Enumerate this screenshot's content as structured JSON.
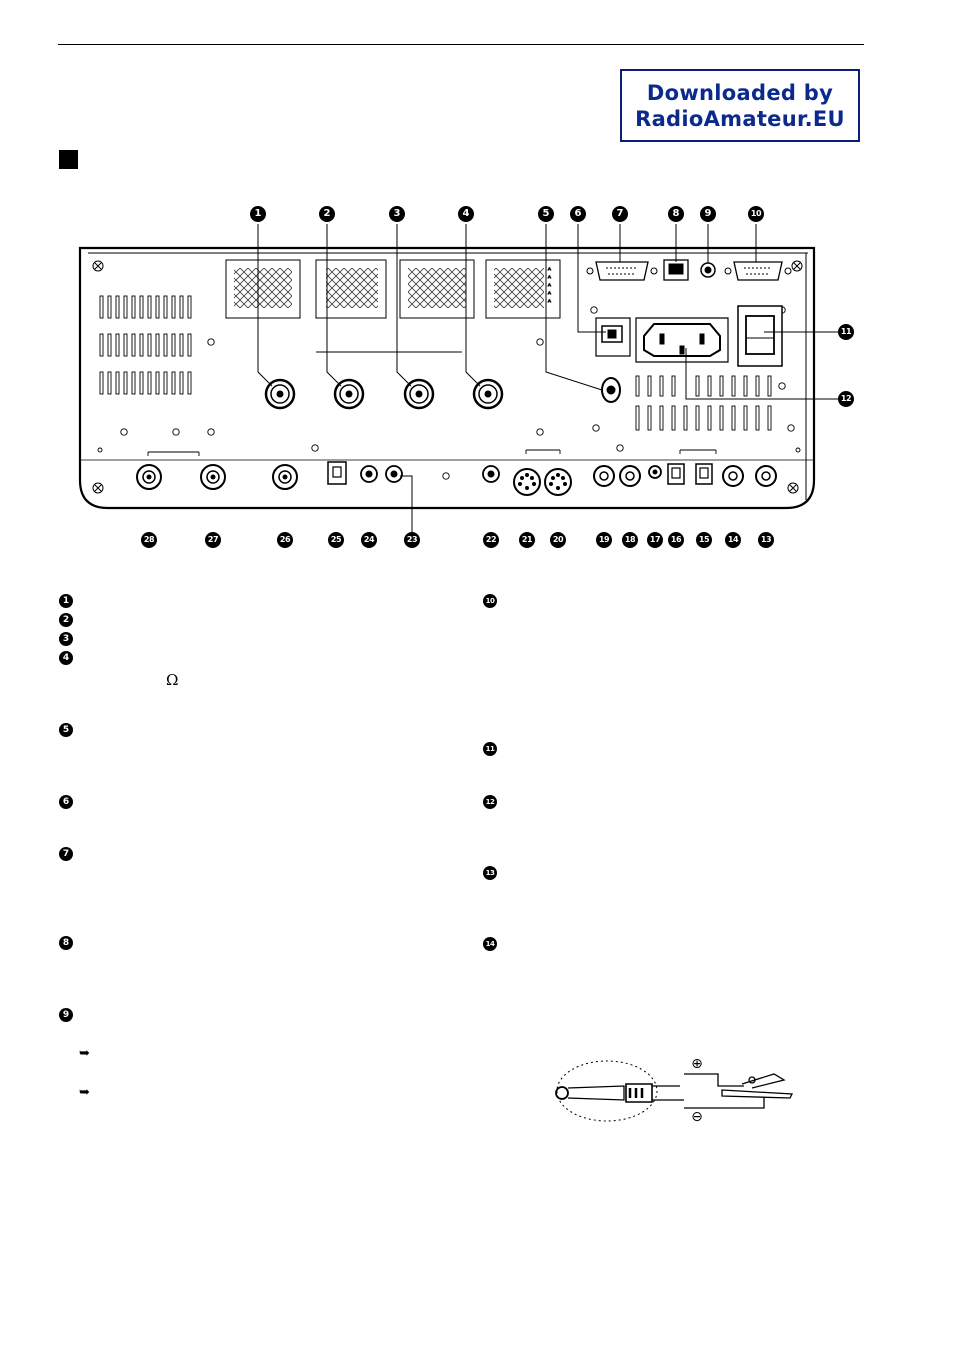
{
  "banner": {
    "line1": "Downloaded by",
    "line2": "RadioAmateur.EU",
    "color": "#0b2a8c"
  },
  "panel": {
    "callouts_top": [
      "1",
      "2",
      "3",
      "4",
      "5",
      "6",
      "7",
      "8",
      "9",
      "10"
    ],
    "callouts_right": [
      "11",
      "12"
    ],
    "callouts_bottom": [
      "28",
      "27",
      "26",
      "25",
      "24",
      "23",
      "22",
      "21",
      "20",
      "19",
      "18",
      "17",
      "16",
      "15",
      "14",
      "13"
    ]
  },
  "legend": {
    "left_items": [
      "1",
      "2",
      "3",
      "4",
      "5",
      "6",
      "7",
      "8",
      "9"
    ],
    "right_items": [
      "10",
      "11",
      "12",
      "13",
      "14"
    ],
    "omega_symbol": "Ω",
    "sub_arrow_glyph": "➥"
  },
  "key_diagram": {
    "plus": "⊕",
    "minus": "⊖"
  }
}
